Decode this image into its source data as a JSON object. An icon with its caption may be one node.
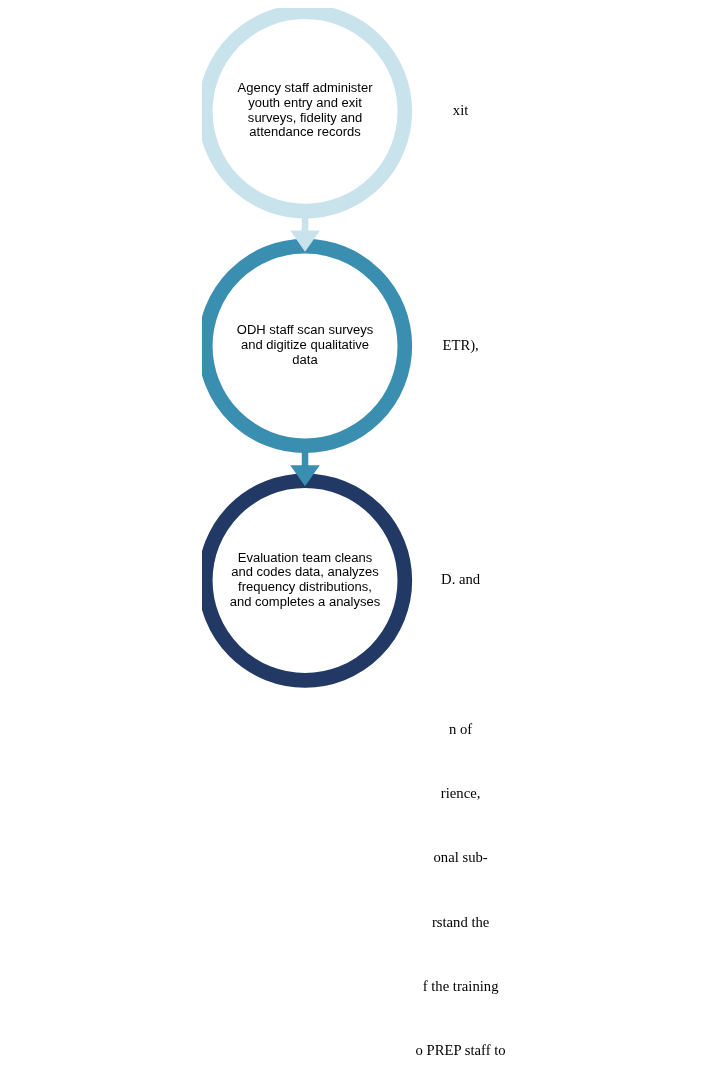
{
  "diagram": {
    "nodes": [
      {
        "text": [
          "Agency staff administer youth entry and exit surveys, fidelity and attendance records"
        ]
      },
      {
        "text": [
          "ODH staff scan surveys and digitize qualitative data"
        ]
      },
      {
        "text": [
          "Evaluation team cleans and codes data, analyzes frequency distributions, and completes a analyses"
        ]
      }
    ],
    "edges": [
      {
        "from": 0,
        "to": 1,
        "arrow": "to",
        "color": "#c9e3ec"
      },
      {
        "from": 1,
        "to": 2,
        "arrow": "to",
        "color": "#3a8fb0"
      }
    ],
    "labels": [
      "xit",
      "ETR),",
      "D. and",
      "n of",
      "rience,",
      "onal sub-",
      "rstand the",
      "f the training",
      "o PREP staff to"
    ]
  }
}
